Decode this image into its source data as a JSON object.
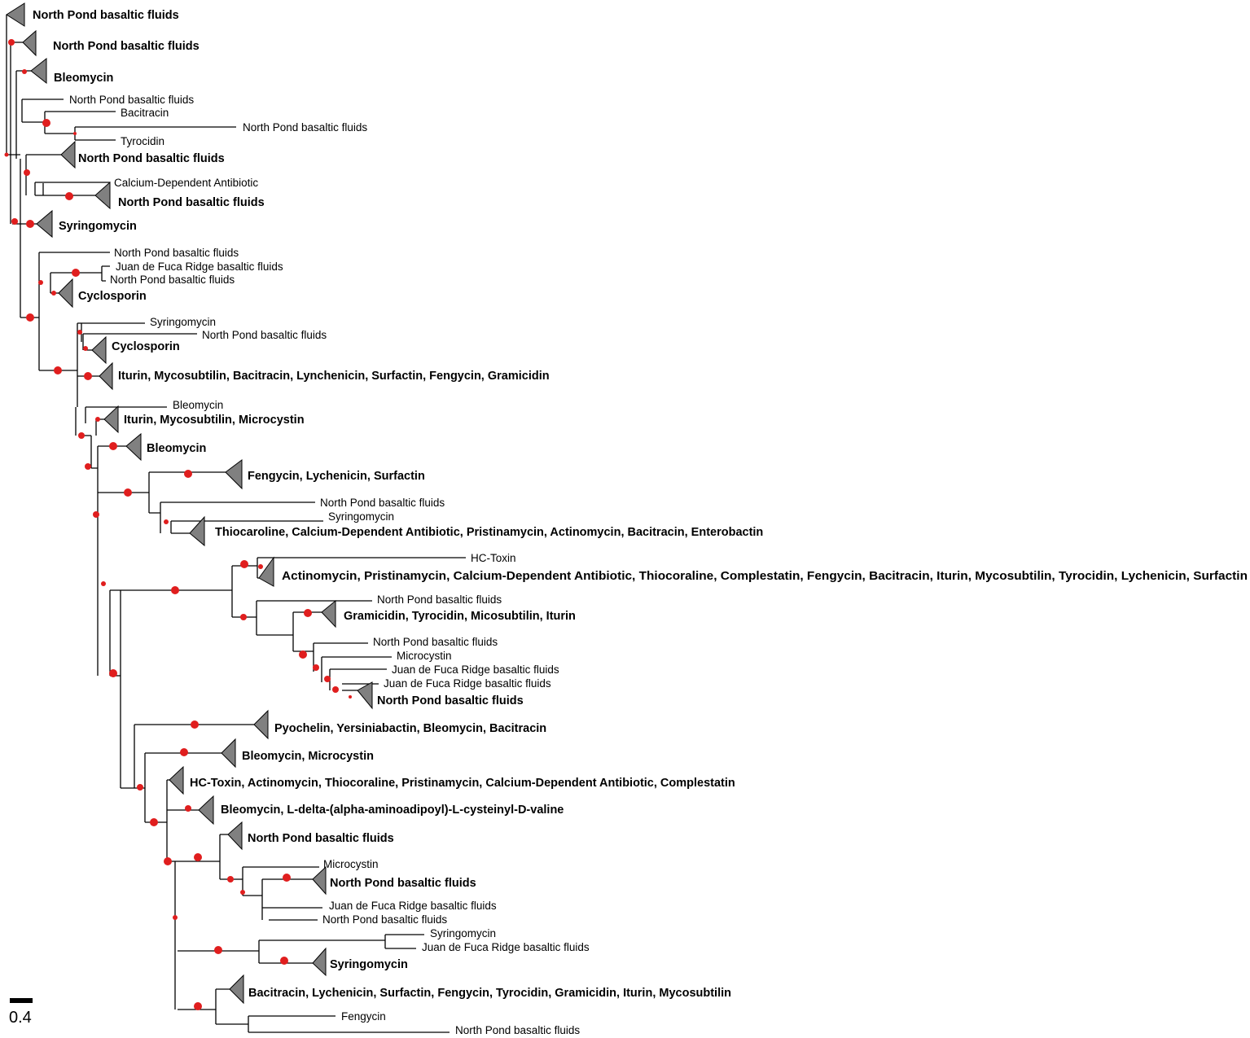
{
  "tips": [
    "North Pond basaltic fluids",
    "North Pond basaltic fluids",
    "Bleomycin",
    "North Pond basaltic fluids",
    "Bacitracin",
    "North Pond basaltic fluids",
    "Tyrocidin",
    "North Pond basaltic fluids",
    "Calcium-Dependent Antibiotic",
    "North Pond basaltic fluids",
    "Syringomycin",
    "North Pond basaltic fluids",
    "Juan de Fuca Ridge basaltic fluids",
    "North Pond basaltic fluids",
    "Cyclosporin",
    "Syringomycin",
    "North Pond basaltic fluids",
    "Cyclosporin",
    "Iturin, Mycosubtilin, Bacitracin, Lynchenicin, Surfactin, Fengycin, Gramicidin",
    "Bleomycin",
    "Iturin, Mycosubtilin, Microcystin",
    "Bleomycin",
    "Fengycin, Lychenicin, Surfactin",
    "North Pond basaltic fluids",
    "Syringomycin",
    "Thiocaroline, Calcium-Dependent Antibiotic, Pristinamycin, Actinomycin, Bacitracin, Enterobactin",
    "HC-Toxin",
    "Actinomycin, Pristinamycin, Calcium-Dependent Antibiotic, Thiocoraline, Complestatin, Fengycin, Bacitracin, Iturin, Mycosubtilin, Tyrocidin, Lychenicin, Surfactin",
    "North Pond basaltic fluids",
    "Gramicidin, Tyrocidin, Micosubtilin, Iturin",
    "North Pond basaltic fluids",
    "Microcystin",
    "Juan de Fuca Ridge basaltic fluids",
    "Juan de Fuca Ridge basaltic fluids",
    "North Pond basaltic fluids",
    "Pyochelin, Yersiniabactin, Bleomycin, Bacitracin",
    "Bleomycin, Microcystin",
    "HC-Toxin, Actinomycin, Thiocoraline, Pristinamycin, Calcium-Dependent Antibiotic, Complestatin",
    "Bleomycin, L-delta-(alpha-aminoadipoyl)-L-cysteinyl-D-valine",
    "North Pond basaltic fluids",
    "Microcystin",
    "North Pond basaltic fluids",
    "Juan de Fuca Ridge basaltic fluids",
    "North Pond basaltic fluids",
    "Syringomycin",
    "Juan de Fuca Ridge basaltic fluids",
    "Syringomycin",
    "Bacitracin, Lychenicin, Surfactin, Fengycin, Tyrocidin, Gramicidin, Iturin, Mycosubtilin",
    "Fengycin",
    "North Pond basaltic fluids"
  ],
  "scale_bar": {
    "label": "0.4"
  },
  "colors": {
    "node": "#e01e1e",
    "clade": "#808080",
    "branch": "#000000"
  }
}
